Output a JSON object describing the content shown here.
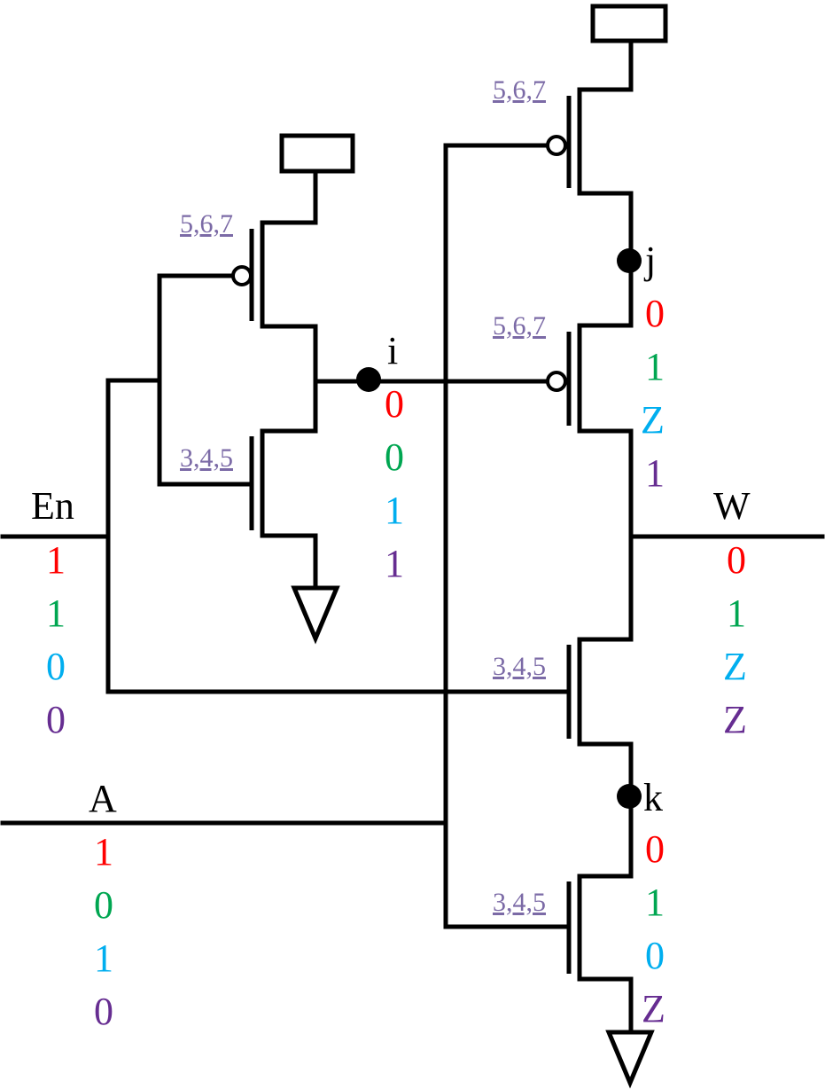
{
  "colors": {
    "row1": "#ff0000",
    "row2": "#00a651",
    "row3": "#00aeef",
    "row4": "#662d91",
    "size_label": "#7b6aa6"
  },
  "inputs": {
    "en": {
      "label": "En",
      "values": [
        "1",
        "1",
        "0",
        "0"
      ]
    },
    "a": {
      "label": "A",
      "values": [
        "1",
        "0",
        "1",
        "0"
      ]
    }
  },
  "output": {
    "label": "W",
    "values": [
      "0",
      "1",
      "Z",
      "Z"
    ]
  },
  "nodes": {
    "i": {
      "label": "i",
      "values": [
        "0",
        "0",
        "1",
        "1"
      ]
    },
    "j": {
      "label": "j",
      "values": [
        "0",
        "1",
        "Z",
        "1"
      ]
    },
    "k": {
      "label": "k",
      "values": [
        "0",
        "1",
        "0",
        "Z"
      ]
    }
  },
  "transistor_sizes": {
    "inverter_pmos": "5,6,7",
    "inverter_nmos": "3,4,5",
    "pmos_top": "5,6,7",
    "pmos_mid": "5,6,7",
    "nmos_en": "3,4,5",
    "nmos_a": "3,4,5"
  }
}
